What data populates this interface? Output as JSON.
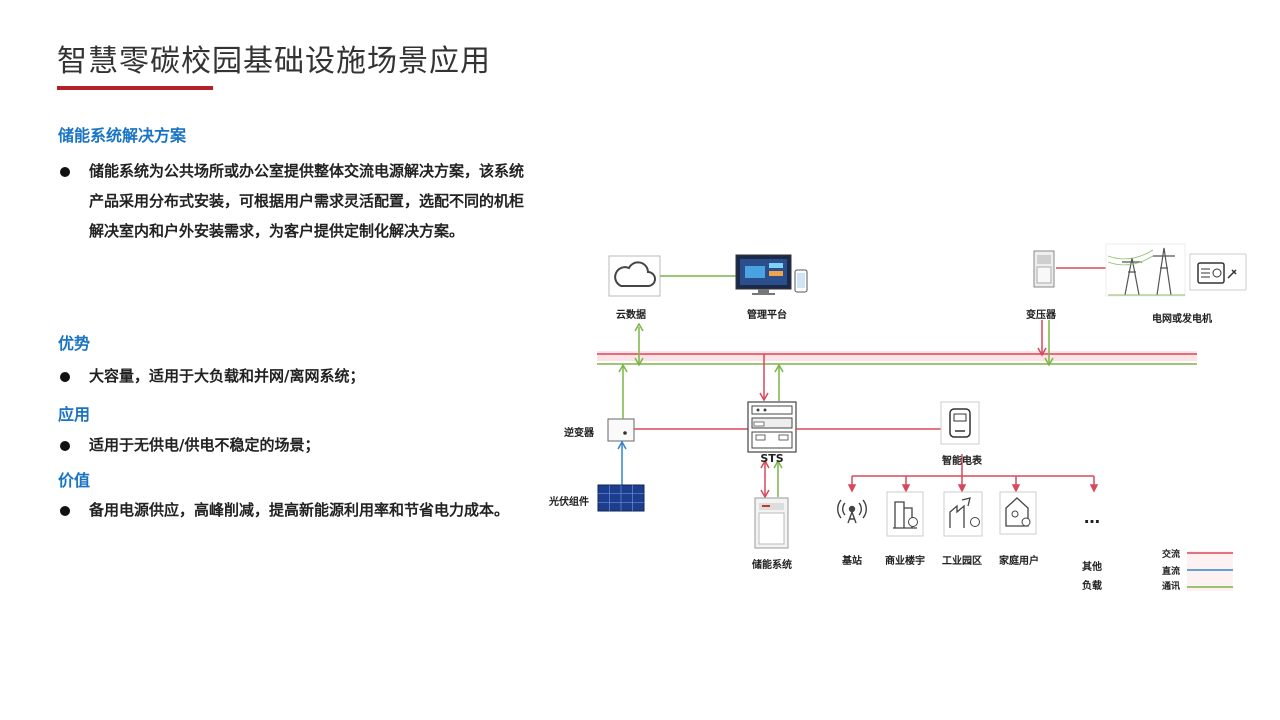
{
  "title": "智慧零碳校园基础设施场景应用",
  "sections": {
    "solution_heading": "储能系统解决方案",
    "solution_text": "储能系统为公共场所或办公室提供整体交流电源解决方案，该系统产品采用分布式安装，可根据用户需求灵活配置，选配不同的机柜解决室内和户外安装需求，为客户提供定制化解决方案。",
    "advantage_heading": "优势",
    "advantage_text": "大容量，适用于大负载和并网/离网系统；",
    "application_heading": "应用",
    "application_text": "适用于无供电/供电不稳定的场景；",
    "value_heading": "价值",
    "value_text": "备用电源供应，高峰削减，提高新能源利用率和节省电力成本。"
  },
  "diagram": {
    "cloud": "云数据",
    "platform": "管理平台",
    "transformer": "变压器",
    "grid": "电网或发电机",
    "inverter": "逆变器",
    "sts": "STS",
    "meter": "智能电表",
    "pv": "光伏组件",
    "storage": "储能系统",
    "loads": [
      "基站",
      "商业楼宇",
      "工业园区",
      "家庭用户"
    ],
    "other_load_line1": "其他",
    "other_load_line2": "负载",
    "more_glyph": "…"
  },
  "legend": {
    "ac": "交流",
    "dc": "直流",
    "comm": "通讯",
    "colors": {
      "ac": "#d9485a",
      "dc": "#2f86cf",
      "comm": "#7ab648"
    }
  },
  "colors": {
    "accent": "#b4202a",
    "heading": "#1a74c4"
  },
  "icons": [
    "cloud-icon",
    "monitor-icon",
    "phone-icon",
    "transformer-cabinet-icon",
    "power-tower-icon",
    "generator-icon",
    "inverter-icon",
    "sts-cabinet-icon",
    "smart-meter-icon",
    "solar-panel-icon",
    "storage-cabinet-icon",
    "base-station-icon",
    "commercial-building-icon",
    "industrial-park-icon",
    "home-icon"
  ]
}
